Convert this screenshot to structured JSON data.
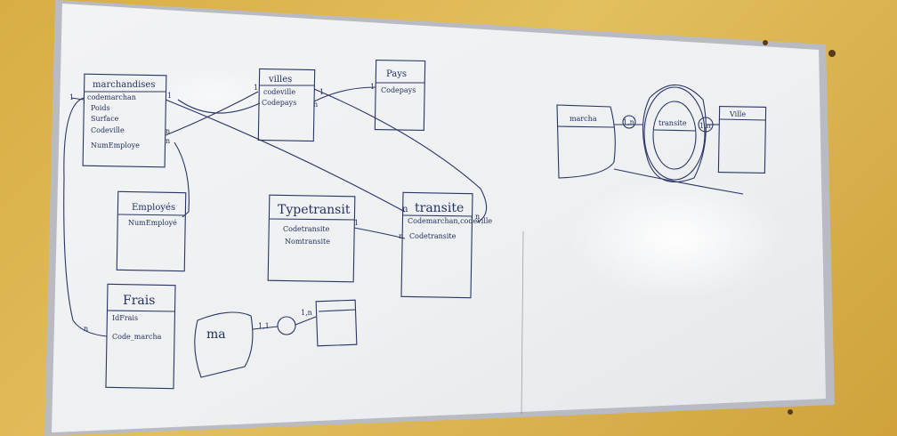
{
  "diagram": {
    "entities": {
      "marchandises": {
        "title": "marchandises",
        "fields": [
          "codemarchan",
          "Poids",
          "Surface",
          "Codeville",
          "NumEmploye"
        ]
      },
      "villes": {
        "title": "villes",
        "fields": [
          "codeville",
          "Codepays"
        ]
      },
      "pays": {
        "title": "Pays",
        "fields": [
          "Codepays"
        ]
      },
      "employes": {
        "title": "Employés",
        "fields": [
          "NumEmployé"
        ]
      },
      "typetransit": {
        "title": "Typetransit",
        "fields": [
          "Codetransite",
          "Nomtransite"
        ]
      },
      "transite": {
        "title": "transite",
        "fields": [
          "Codemarchan,codeville",
          "Codetransite"
        ]
      },
      "frais": {
        "title": "Frais",
        "fields": [
          "IdFrais",
          "Code_marcha"
        ]
      },
      "marcha": {
        "title": "marcha"
      },
      "ville": {
        "title": "Ville"
      },
      "transite_assoc": {
        "title": "transite"
      }
    },
    "cardinalities": {
      "m_left": "1",
      "m_v_1": "1",
      "m_v_n": "n",
      "m_emp": "n",
      "v_m": "1",
      "v_p1": "1",
      "v_n": "n",
      "p_1": "1",
      "t_n": "n",
      "t_right": "n",
      "tt_1": "1",
      "tt_n": "n",
      "frais_n": "n",
      "sk_1n_a": "1,n",
      "sk_1n_b": "1,n",
      "sk_ma": "ma",
      "sk_11": "1,1",
      "sk_1n_c": "1,n"
    }
  }
}
